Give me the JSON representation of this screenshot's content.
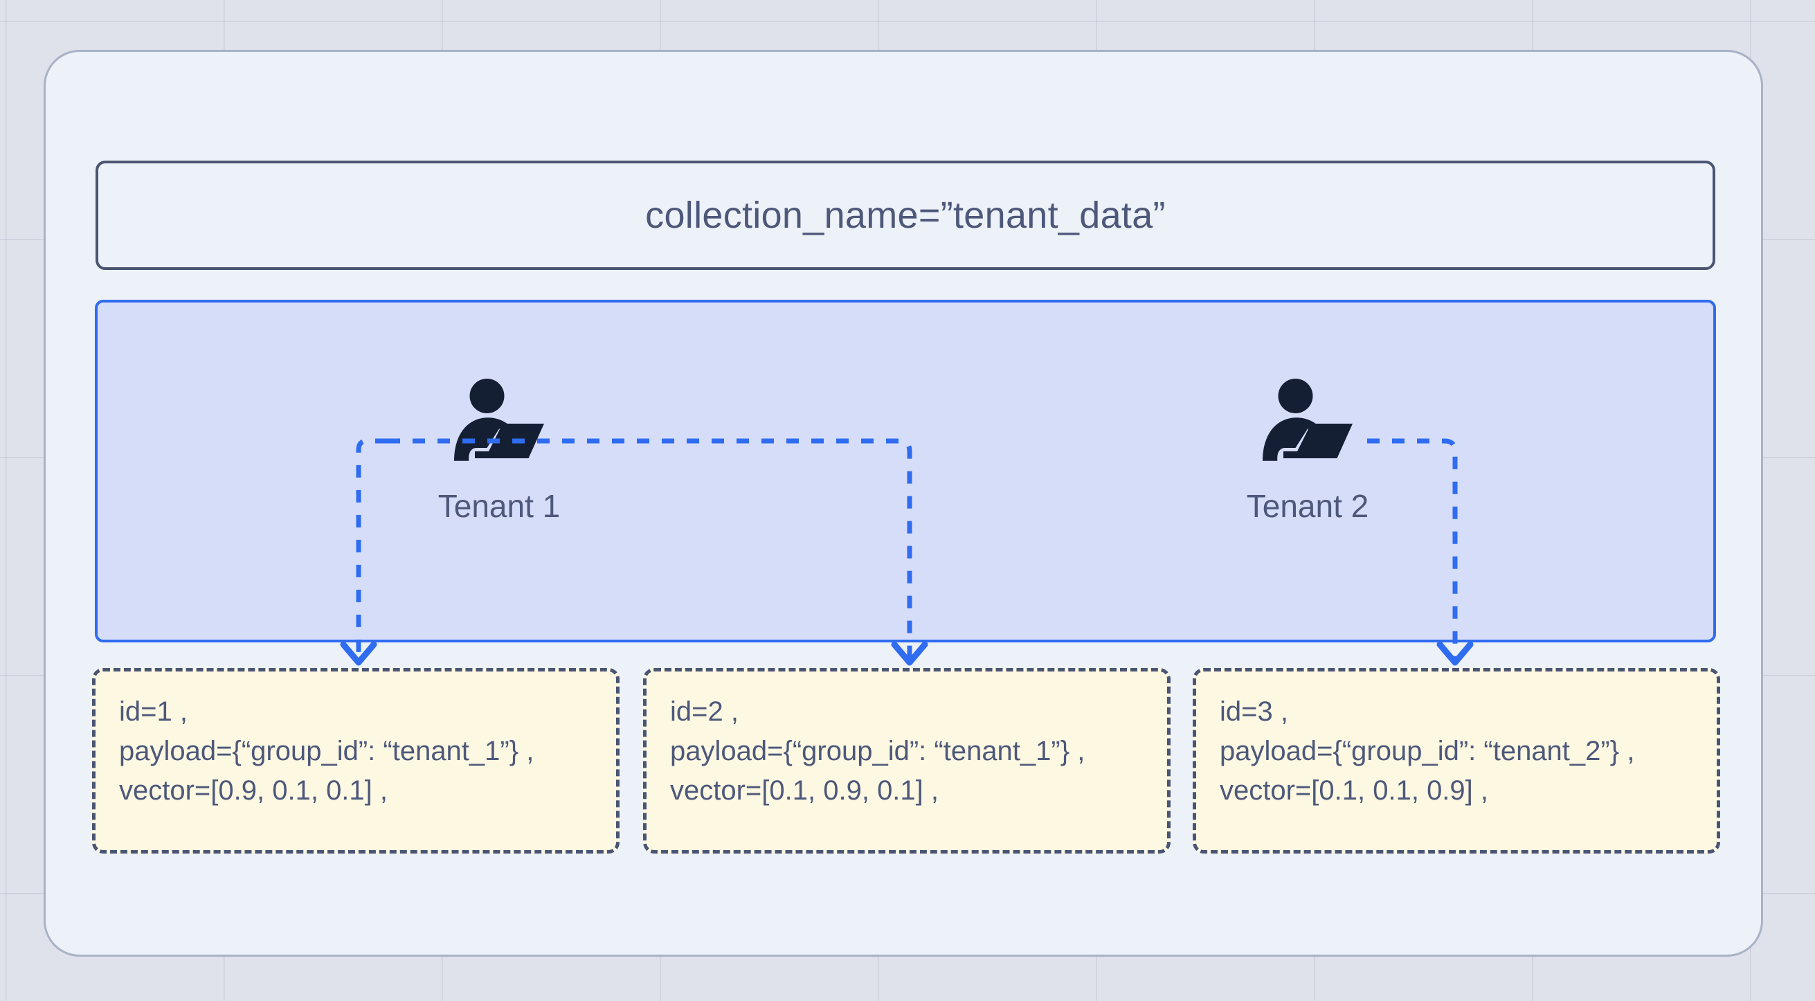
{
  "diagram": {
    "title_box": {
      "text": "collection_name=”tenant_data”"
    },
    "tenants_panel": {
      "tenants": [
        {
          "label": "Tenant 1",
          "icon": "person-at-laptop-icon"
        },
        {
          "label": "Tenant 2",
          "icon": "person-at-laptop-icon"
        }
      ]
    },
    "records": [
      {
        "id_line": "id=1 ,",
        "payload_line": "payload={“group_id”: “tenant_1”} ,",
        "vector_line": "vector=[0.9, 0.1, 0.1] ,"
      },
      {
        "id_line": "id=2 ,",
        "payload_line": "payload={“group_id”: “tenant_1”} ,",
        "vector_line": "vector=[0.1, 0.9, 0.1] ,"
      },
      {
        "id_line": "id=3 ,",
        "payload_line": "payload={“group_id”: “tenant_2”} ,",
        "vector_line": "vector=[0.1, 0.1, 0.9] ,"
      }
    ],
    "colors": {
      "page_background": "#dfe2ea",
      "card_background": "#edf1f8",
      "card_border": "#a9b2c6",
      "title_border": "#4a5573",
      "panel_fill": "#d6ddf9",
      "panel_border": "#2f6cf0",
      "connector": "#2f6cf0",
      "record_fill": "#fdf8e2",
      "record_border": "#4a5573",
      "text": "#4d587a",
      "icon": "#151f33"
    }
  }
}
